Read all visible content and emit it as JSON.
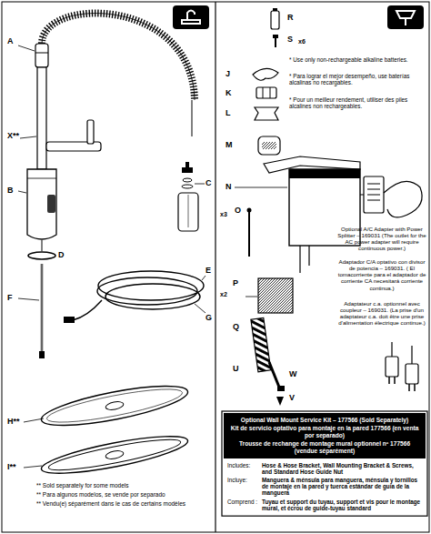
{
  "diagram": {
    "nodes": [
      {
        "text": [
          "Optional Wall Mount Service Kit – 177566 (Sold Separately)",
          "Kit de servicio optativo para montaje en la pared 177566 (en venta por separado)",
          "Trousse de rechange de montage mural optionnel nº 177566 (vendue séparément)"
        ]
      }
    ],
    "labels": [
      "A",
      "X**",
      "B",
      "C",
      "D",
      "E",
      "F",
      "G",
      "H**",
      "I**",
      "** Sold separately for some models",
      "** Para algunos modelos, se vende por separado",
      "** Vendu(e) séparément dans le cas de certains modèles",
      "R",
      "S",
      "x6",
      "* Use only non-rechargeable alkaline batteries.",
      "* Para lograr el mejor desempeño, use baterías alcalinas no recargables.",
      "* Pour un meilleur rendement, utiliser des piles alcalines non rechargeables.",
      "J",
      "K",
      "L",
      "M",
      "N",
      "x3",
      "O",
      "P",
      "x2",
      "Q",
      "U",
      "W",
      "V",
      "Optional A/C Adapter with Power Splitter – 169031 (The outlet for the AC power adapter will require continuous power.)",
      "Adaptador C/A optativo con divisor de potencia – 169031. ( El tomacorriente para el adaptador de corriente CA necesitará corriente continua.)",
      "Adaptateur c.a. optionnel avec coupleur – 169031. (La prise d'un adaptateur c.a. doit être une prise d'alimentation électrique continue.)",
      "Includes:",
      "Hose & Hose Bracket, Wall Mounting Bracket & Screws, and Standard Hose Guide Nut",
      "Incluye:",
      "Manguera & ménsula para manguera, ménsula y tornillos de montaje en la pared y tuerca estándar de guía de la manguera",
      "Comprend :",
      "Tuyau et support du tuyau, support et vis pour le montage mural, et écrou de guide-tuyau standard"
    ]
  }
}
